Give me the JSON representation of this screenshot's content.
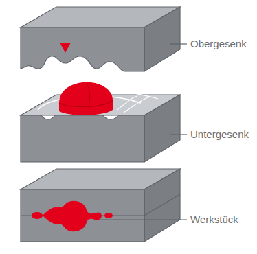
{
  "diagram": {
    "labels": [
      "Obergesenk",
      "Untergesenk",
      "Werkstück"
    ]
  }
}
